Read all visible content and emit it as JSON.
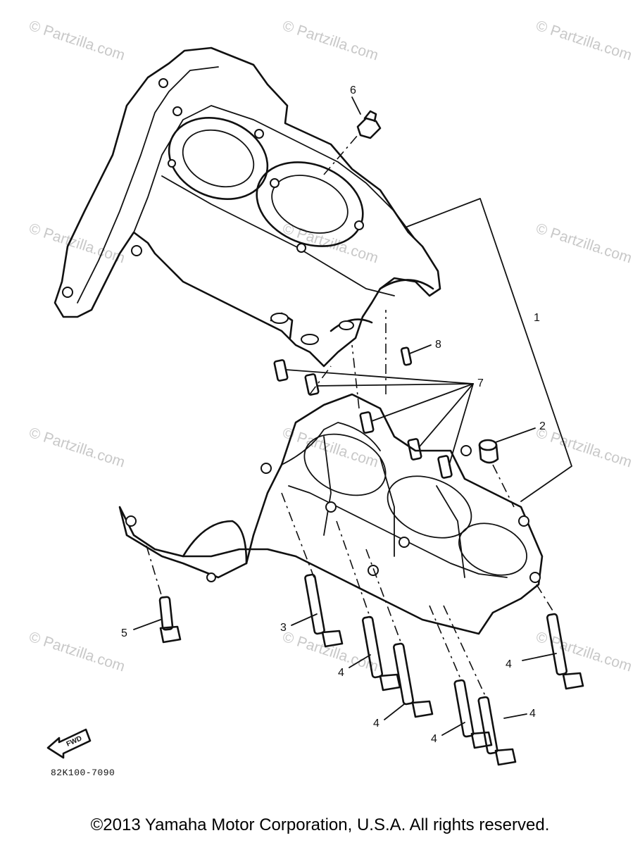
{
  "watermark": "© Partzilla.com",
  "callouts": {
    "c1": "1",
    "c2": "2",
    "c3": "3",
    "c4": "4",
    "c5": "5",
    "c6": "6",
    "c7": "7",
    "c8": "8"
  },
  "fwd_label": "FWD",
  "reference_code": "82K100-7090",
  "copyright": "©2013  Yamaha Motor Corporation, U.S.A. All rights reserved."
}
